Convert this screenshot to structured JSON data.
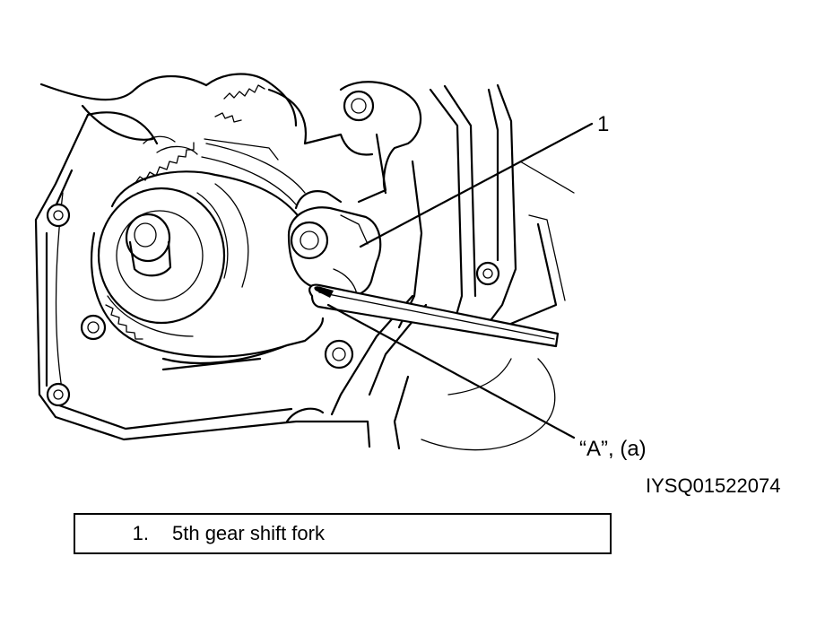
{
  "figure": {
    "callouts": {
      "part_1": "1",
      "point_a": "“A”, (a)"
    },
    "figure_id": "IYSQ01522074"
  },
  "legend": {
    "items": [
      {
        "number": "1.",
        "label": "5th gear shift fork"
      }
    ]
  }
}
